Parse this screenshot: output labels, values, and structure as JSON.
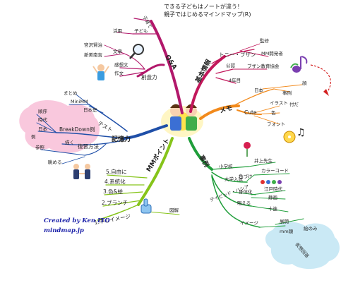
{
  "title": {
    "line1": "できる子どもはノートが違う！",
    "line2": "親子ではじめるマインドマップ(R)"
  },
  "center": {
    "label": ""
  },
  "branches": {
    "qa": {
      "label": "Q&A",
      "children": [
        "子育て",
        "子ども",
        "活用",
        "文章",
        "新美南吉",
        "宮沢賢治",
        "感想文",
        "作文",
        "創造力"
      ]
    },
    "basic": {
      "label": "基本情報",
      "children": [
        "トニー・ブザン",
        "監修",
        "MM開発者",
        "公認",
        "ブザン教育協会",
        "4年目"
      ]
    },
    "memo": {
      "label": "メモ",
      "children": [
        "日本",
        "事例",
        "Cute",
        "イラスト",
        "付だ",
        "色",
        "フォント",
        "顔"
      ]
    },
    "memory": {
      "label": "記憶力",
      "children": [
        "テスト",
        "まとめ",
        "MiniMM",
        "日本史",
        "BreakDown例",
        "順序",
        "時代",
        "日本",
        "例",
        "描く",
        "復習方法",
        "参照",
        "眺める"
      ]
    },
    "cases": {
      "label": "事例",
      "children": [
        "小学校",
        "井上先生",
        "大学入試",
        "色づけ",
        "カラーコード",
        "デイビッド・ハシア",
        "身体化",
        "江戸時代",
        "静画",
        "唱える",
        "十進",
        "イメージ",
        "展開",
        "絵のみ",
        "mm頭",
        "仮想回答"
      ]
    },
    "points": {
      "label": "MMポイント",
      "children": [
        "5.自由に",
        "4.系統化",
        "3.色&絵",
        "2.ブランチ",
        "1.中心イメージ",
        "図解"
      ]
    }
  },
  "credit": {
    "line1": "Created by Ken ITO",
    "line2": "mindmap.jp"
  },
  "colors": {
    "qa": "#b2186b",
    "basic": "#c2185b",
    "memo": "#f28a1c",
    "memory": "#1f4fa8",
    "cases": "#1f9e3a",
    "points": "#86c41a",
    "credit": "#1a1fa8"
  }
}
